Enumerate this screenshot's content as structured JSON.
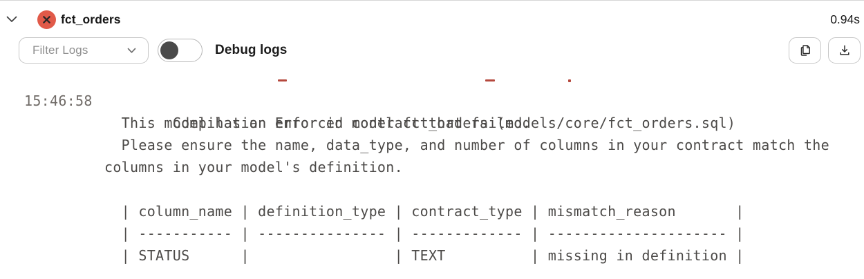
{
  "header": {
    "title": "fct_orders",
    "duration": "0.94s",
    "status": "error",
    "icons": [
      "chevron-down-collapse",
      "error-x-circle"
    ]
  },
  "toolbar": {
    "filter_label": "Filter Logs",
    "debug_toggle_label": "Debug logs",
    "debug_toggle_state": "off",
    "icons": [
      "chevron-down",
      "copy",
      "download"
    ]
  },
  "log": {
    "timestamp": "15:46:58",
    "clipped_fragments": [
      "_",
      "_",
      "."
    ],
    "lines": [
      "  Compilation Error in model fct_orders (models/core/fct_orders.sql)",
      "  This model has an enforced contract that failed.",
      "  Please ensure the name, data_type, and number of columns in your contract match the",
      "columns in your model's definition.",
      "",
      "  | column_name | definition_type | contract_type | mismatch_reason       |",
      "  | ----------- | --------------- | ------------- | --------------------- |",
      "  | STATUS      |                 | TEXT          | missing in definition |"
    ],
    "contract_table": {
      "columns": [
        "column_name",
        "definition_type",
        "contract_type",
        "mismatch_reason"
      ],
      "rows": [
        [
          "STATUS",
          "",
          "TEXT",
          "missing in definition"
        ]
      ]
    }
  },
  "colors": {
    "error_badge": "#e15a49",
    "clipped_fragment_red": "#b5483d",
    "log_text": "#4c4a48",
    "timestamp_text": "#716c68"
  }
}
